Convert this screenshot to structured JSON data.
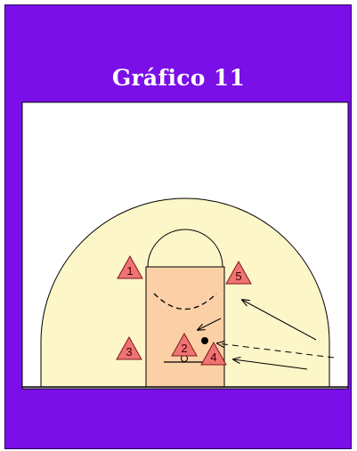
{
  "title": "Gráfico 11",
  "colors": {
    "frame": "#7a0fe8",
    "court": "#ffffff",
    "three_point_area": "#fdf6c8",
    "paint": "#fcd0a6",
    "player": "#f07373",
    "lines": "#000000"
  },
  "players": [
    {
      "id": "player-1",
      "label": "1"
    },
    {
      "id": "player-2",
      "label": "2"
    },
    {
      "id": "player-3",
      "label": "3"
    },
    {
      "id": "player-4",
      "label": "4"
    },
    {
      "id": "player-5",
      "label": "5"
    }
  ],
  "ball": "black-dot",
  "movements": [
    {
      "id": "cut-arrow-upper",
      "style": "solid"
    },
    {
      "id": "pass-arrow",
      "style": "dashed"
    },
    {
      "id": "cut-arrow-lower",
      "style": "solid"
    },
    {
      "id": "cut-arrow-short",
      "style": "solid"
    }
  ]
}
